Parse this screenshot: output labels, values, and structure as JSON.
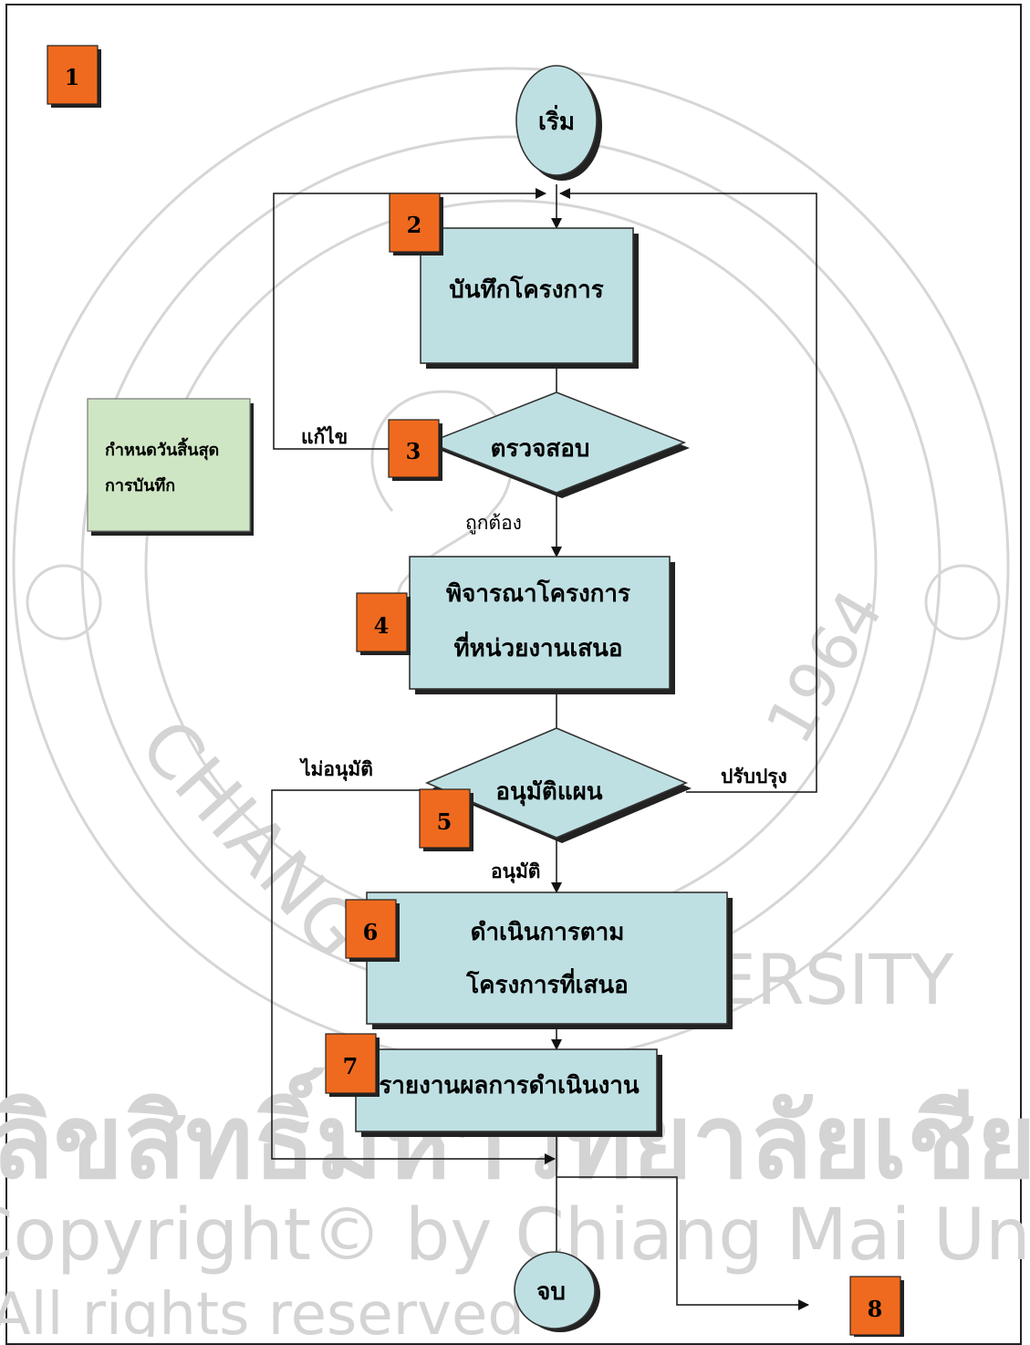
{
  "nodes": {
    "start": "เริ่ม",
    "record": "บันทึกโครงการ",
    "check": "ตรวจสอบ",
    "consider_line1": "พิจารณาโครงการ",
    "consider_line2": "ที่หน่วยงานเสนอ",
    "approve": "อนุมัติแผน",
    "execute_line1": "ดำเนินการตาม",
    "execute_line2": "โครงการที่เสนอ",
    "report": "รายงานผลการดำเนินงาน",
    "end": "จบ"
  },
  "note": {
    "line1": "กำหนดวันสิ้นสุด",
    "line2": "การบันทึก"
  },
  "edges": {
    "fix": "แก้ไข",
    "correct": "ถูกต้อง",
    "not_approved": "ไม่อนุมัติ",
    "improve": "ปรับปรุง",
    "approved": "อนุมัติ"
  },
  "badges": [
    "1",
    "2",
    "3",
    "4",
    "5",
    "6",
    "7",
    "8"
  ],
  "watermark": {
    "line1": "ลิขสิทธิ์มหาวิทยาลัยเชียงใหม่",
    "line2": "Copyright© by Chiang Mai University",
    "line3": "All rights reserved",
    "seal_text_left": "CHIANG",
    "seal_text_bottom": "MAI UNIVERSITY",
    "seal_year": "1964"
  },
  "colors": {
    "process_fill": "#bfe0e3",
    "badge_fill": "#ef6a1e",
    "note_fill": "#cfe6c4"
  }
}
